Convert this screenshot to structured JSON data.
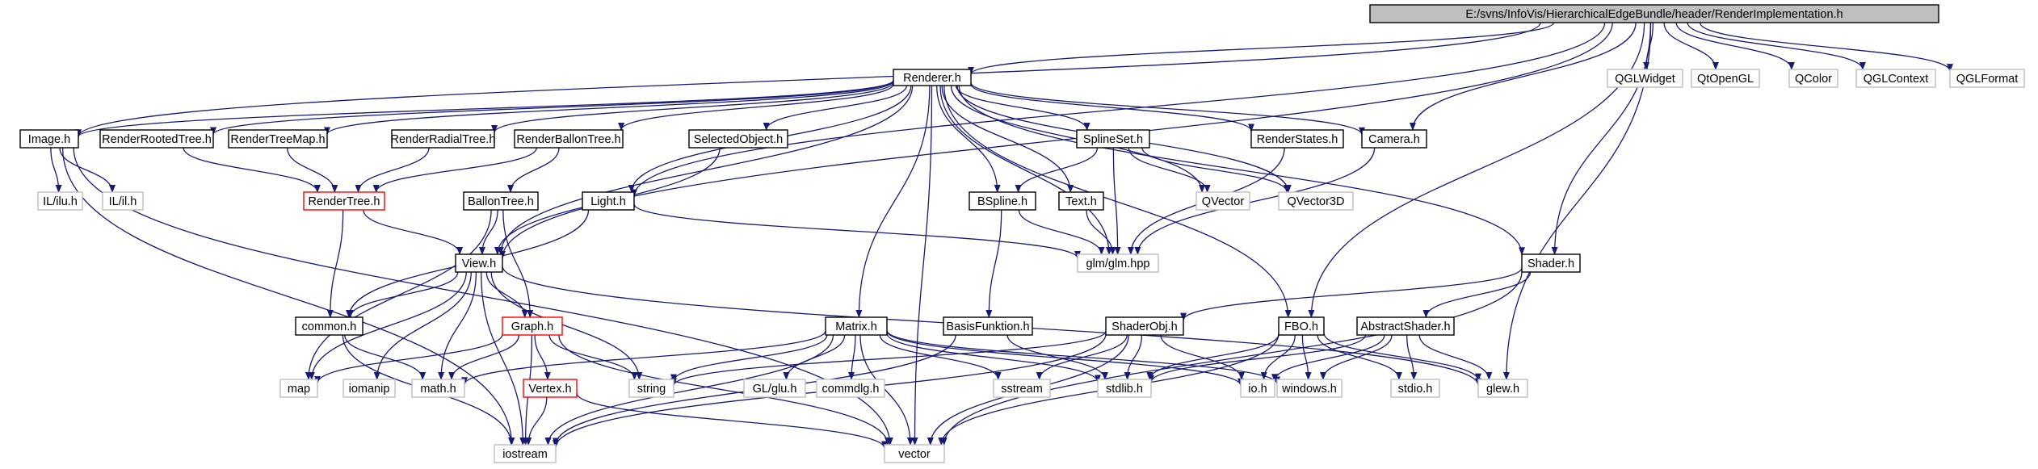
{
  "colors": {
    "edge": "#191970",
    "border_normal": "#000000",
    "border_external": "#bfbfbf",
    "border_truncated": "#ff0000",
    "root_fill": "#bfbfbf",
    "node_fill": "#ffffff",
    "text": "#000000",
    "text_external": "#000000"
  },
  "nodes": [
    {
      "id": "root",
      "label": "E:/svns/InfoVis/HierarchicalEdgeBundle/header/RenderImplementation.h",
      "kind": "root"
    },
    {
      "id": "renderer",
      "label": "Renderer.h",
      "kind": "normal"
    },
    {
      "id": "qglwidget",
      "label": "QGLWidget",
      "kind": "external"
    },
    {
      "id": "qtopengl",
      "label": "QtOpenGL",
      "kind": "external"
    },
    {
      "id": "qcolor",
      "label": "QColor",
      "kind": "external"
    },
    {
      "id": "qglcontext",
      "label": "QGLContext",
      "kind": "external"
    },
    {
      "id": "qglformat",
      "label": "QGLFormat",
      "kind": "external"
    },
    {
      "id": "image",
      "label": "Image.h",
      "kind": "normal"
    },
    {
      "id": "renderrootedtree",
      "label": "RenderRootedTree.h",
      "kind": "normal"
    },
    {
      "id": "rendertreemap",
      "label": "RenderTreeMap.h",
      "kind": "normal"
    },
    {
      "id": "renderradialtree",
      "label": "RenderRadialTree.h",
      "kind": "normal"
    },
    {
      "id": "renderballontree",
      "label": "RenderBallonTree.h",
      "kind": "normal"
    },
    {
      "id": "selectedobject",
      "label": "SelectedObject.h",
      "kind": "normal"
    },
    {
      "id": "splineset",
      "label": "SplineSet.h",
      "kind": "normal"
    },
    {
      "id": "renderstates",
      "label": "RenderStates.h",
      "kind": "normal"
    },
    {
      "id": "camera",
      "label": "Camera.h",
      "kind": "normal"
    },
    {
      "id": "ililu",
      "label": "IL/ilu.h",
      "kind": "external"
    },
    {
      "id": "ilil",
      "label": "IL/il.h",
      "kind": "external"
    },
    {
      "id": "rendertree",
      "label": "RenderTree.h",
      "kind": "truncated"
    },
    {
      "id": "ballontree",
      "label": "BallonTree.h",
      "kind": "normal"
    },
    {
      "id": "light",
      "label": "Light.h",
      "kind": "normal"
    },
    {
      "id": "bspline",
      "label": "BSpline.h",
      "kind": "normal"
    },
    {
      "id": "text",
      "label": "Text.h",
      "kind": "normal"
    },
    {
      "id": "qvector",
      "label": "QVector",
      "kind": "external"
    },
    {
      "id": "qvector3d",
      "label": "QVector3D",
      "kind": "external"
    },
    {
      "id": "view",
      "label": "View.h",
      "kind": "normal"
    },
    {
      "id": "glm",
      "label": "glm/glm.hpp",
      "kind": "external"
    },
    {
      "id": "shader",
      "label": "Shader.h",
      "kind": "normal"
    },
    {
      "id": "common",
      "label": "common.h",
      "kind": "normal"
    },
    {
      "id": "graph",
      "label": "Graph.h",
      "kind": "truncated"
    },
    {
      "id": "matrix",
      "label": "Matrix.h",
      "kind": "normal"
    },
    {
      "id": "basisfunktion",
      "label": "BasisFunktion.h",
      "kind": "normal"
    },
    {
      "id": "shaderobj",
      "label": "ShaderObj.h",
      "kind": "normal"
    },
    {
      "id": "fbo",
      "label": "FBO.h",
      "kind": "normal"
    },
    {
      "id": "abstractshader",
      "label": "AbstractShader.h",
      "kind": "normal"
    },
    {
      "id": "vertex",
      "label": "Vertex.h",
      "kind": "truncated"
    },
    {
      "id": "map",
      "label": "map",
      "kind": "external"
    },
    {
      "id": "iomanip",
      "label": "iomanip",
      "kind": "external"
    },
    {
      "id": "mathh",
      "label": "math.h",
      "kind": "external"
    },
    {
      "id": "string",
      "label": "string",
      "kind": "external"
    },
    {
      "id": "glglu",
      "label": "GL/glu.h",
      "kind": "external"
    },
    {
      "id": "commdlg",
      "label": "commdlg.h",
      "kind": "external"
    },
    {
      "id": "sstream",
      "label": "sstream",
      "kind": "external"
    },
    {
      "id": "stdlib",
      "label": "stdlib.h",
      "kind": "external"
    },
    {
      "id": "ioh",
      "label": "io.h",
      "kind": "external"
    },
    {
      "id": "windows",
      "label": "windows.h",
      "kind": "external"
    },
    {
      "id": "stdio",
      "label": "stdio.h",
      "kind": "external"
    },
    {
      "id": "glew",
      "label": "glew.h",
      "kind": "external"
    },
    {
      "id": "iostream",
      "label": "iostream",
      "kind": "external"
    },
    {
      "id": "vector",
      "label": "vector",
      "kind": "external"
    }
  ],
  "edges": [
    [
      "root",
      "renderer"
    ],
    [
      "root",
      "qglwidget"
    ],
    [
      "root",
      "qtopengl"
    ],
    [
      "root",
      "qcolor"
    ],
    [
      "root",
      "qglcontext"
    ],
    [
      "root",
      "qglformat"
    ],
    [
      "root",
      "image"
    ],
    [
      "root",
      "view"
    ],
    [
      "root",
      "light"
    ],
    [
      "root",
      "camera"
    ],
    [
      "root",
      "shader"
    ],
    [
      "root",
      "fbo"
    ],
    [
      "root",
      "glew"
    ],
    [
      "renderer",
      "image"
    ],
    [
      "renderer",
      "renderrootedtree"
    ],
    [
      "renderer",
      "rendertreemap"
    ],
    [
      "renderer",
      "renderradialtree"
    ],
    [
      "renderer",
      "renderballontree"
    ],
    [
      "renderer",
      "selectedobject"
    ],
    [
      "renderer",
      "splineset"
    ],
    [
      "renderer",
      "renderstates"
    ],
    [
      "renderer",
      "camera"
    ],
    [
      "renderer",
      "light"
    ],
    [
      "renderer",
      "bspline"
    ],
    [
      "renderer",
      "text"
    ],
    [
      "renderer",
      "qvector"
    ],
    [
      "renderer",
      "qvector3d"
    ],
    [
      "renderer",
      "view"
    ],
    [
      "renderer",
      "glm"
    ],
    [
      "renderer",
      "shader"
    ],
    [
      "renderer",
      "matrix"
    ],
    [
      "renderer",
      "fbo"
    ],
    [
      "renderer",
      "vector"
    ],
    [
      "image",
      "ililu"
    ],
    [
      "image",
      "ilil"
    ],
    [
      "image",
      "iostream"
    ],
    [
      "image",
      "vector"
    ],
    [
      "renderrootedtree",
      "rendertree"
    ],
    [
      "rendertreemap",
      "rendertree"
    ],
    [
      "renderradialtree",
      "rendertree"
    ],
    [
      "renderballontree",
      "rendertree"
    ],
    [
      "renderballontree",
      "ballontree"
    ],
    [
      "selectedobject",
      "view"
    ],
    [
      "splineset",
      "bspline"
    ],
    [
      "splineset",
      "qvector"
    ],
    [
      "splineset",
      "qvector3d"
    ],
    [
      "splineset",
      "glm"
    ],
    [
      "renderstates",
      "glm"
    ],
    [
      "camera",
      "glm"
    ],
    [
      "rendertree",
      "view"
    ],
    [
      "rendertree",
      "common"
    ],
    [
      "ballontree",
      "view"
    ],
    [
      "ballontree",
      "graph"
    ],
    [
      "ballontree",
      "map"
    ],
    [
      "light",
      "common"
    ],
    [
      "light",
      "glm"
    ],
    [
      "bspline",
      "basisfunktion"
    ],
    [
      "bspline",
      "glm"
    ],
    [
      "text",
      "glm"
    ],
    [
      "view",
      "common"
    ],
    [
      "view",
      "graph"
    ],
    [
      "view",
      "string"
    ],
    [
      "view",
      "map"
    ],
    [
      "view",
      "iomanip"
    ],
    [
      "view",
      "mathh"
    ],
    [
      "view",
      "iostream"
    ],
    [
      "view",
      "glew"
    ],
    [
      "common",
      "mathh"
    ],
    [
      "common",
      "iostream"
    ],
    [
      "graph",
      "vertex"
    ],
    [
      "graph",
      "map"
    ],
    [
      "graph",
      "string"
    ],
    [
      "graph",
      "iostream"
    ],
    [
      "graph",
      "vector"
    ],
    [
      "graph",
      "mathh"
    ],
    [
      "vertex",
      "iostream"
    ],
    [
      "vertex",
      "vector"
    ],
    [
      "matrix",
      "mathh"
    ],
    [
      "matrix",
      "string"
    ],
    [
      "matrix",
      "glglu"
    ],
    [
      "matrix",
      "commdlg"
    ],
    [
      "matrix",
      "sstream"
    ],
    [
      "matrix",
      "stdlib"
    ],
    [
      "matrix",
      "ioh"
    ],
    [
      "matrix",
      "windows"
    ],
    [
      "matrix",
      "iostream"
    ],
    [
      "matrix",
      "vector"
    ],
    [
      "basisfunktion",
      "stdlib"
    ],
    [
      "basisfunktion",
      "iostream"
    ],
    [
      "shader",
      "shaderobj"
    ],
    [
      "shader",
      "abstractshader"
    ],
    [
      "shader",
      "vector"
    ],
    [
      "shaderobj",
      "string"
    ],
    [
      "shaderobj",
      "sstream"
    ],
    [
      "shaderobj",
      "stdlib"
    ],
    [
      "shaderobj",
      "ioh"
    ],
    [
      "shaderobj",
      "iostream"
    ],
    [
      "shaderobj",
      "vector"
    ],
    [
      "fbo",
      "stdlib"
    ],
    [
      "fbo",
      "ioh"
    ],
    [
      "fbo",
      "windows"
    ],
    [
      "fbo",
      "stdio"
    ],
    [
      "fbo",
      "glew"
    ],
    [
      "fbo",
      "vector"
    ],
    [
      "abstractshader",
      "stdlib"
    ],
    [
      "abstractshader",
      "ioh"
    ],
    [
      "abstractshader",
      "windows"
    ],
    [
      "abstractshader",
      "stdio"
    ],
    [
      "abstractshader",
      "glew"
    ]
  ]
}
